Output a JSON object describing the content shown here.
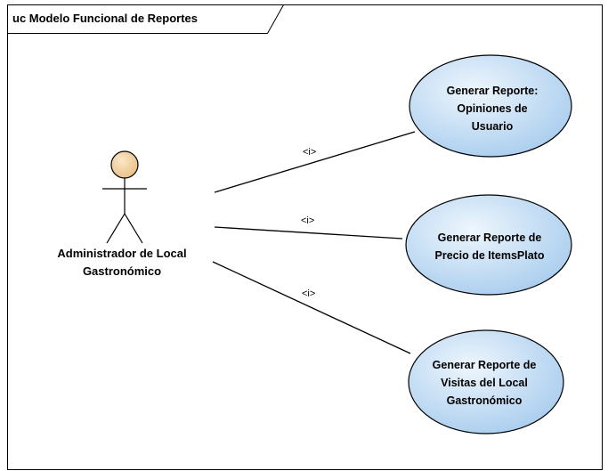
{
  "frame": {
    "title": "uc Modelo Funcional de Reportes"
  },
  "actor": {
    "name_line1": "Administrador de Local",
    "name_line2": "Gastronómico"
  },
  "use_cases": [
    {
      "line1": "Generar Reporte:",
      "line2": "Opiniones de",
      "line3": "Usuario"
    },
    {
      "line1": "Generar Reporte de",
      "line2": "Precio de ItemsPlato"
    },
    {
      "line1": "Generar Reporte de",
      "line2": "Visitas del Local",
      "line3": "Gastronómico"
    }
  ],
  "associations": [
    {
      "label": "<i>"
    },
    {
      "label": "<i>"
    },
    {
      "label": "<i>"
    }
  ],
  "colors": {
    "use_case_fill_light": "#e6f1fb",
    "use_case_fill_dark": "#a9cdee",
    "actor_head_fill": "#f6d8a8",
    "line": "#000000",
    "background": "#ffffff"
  }
}
